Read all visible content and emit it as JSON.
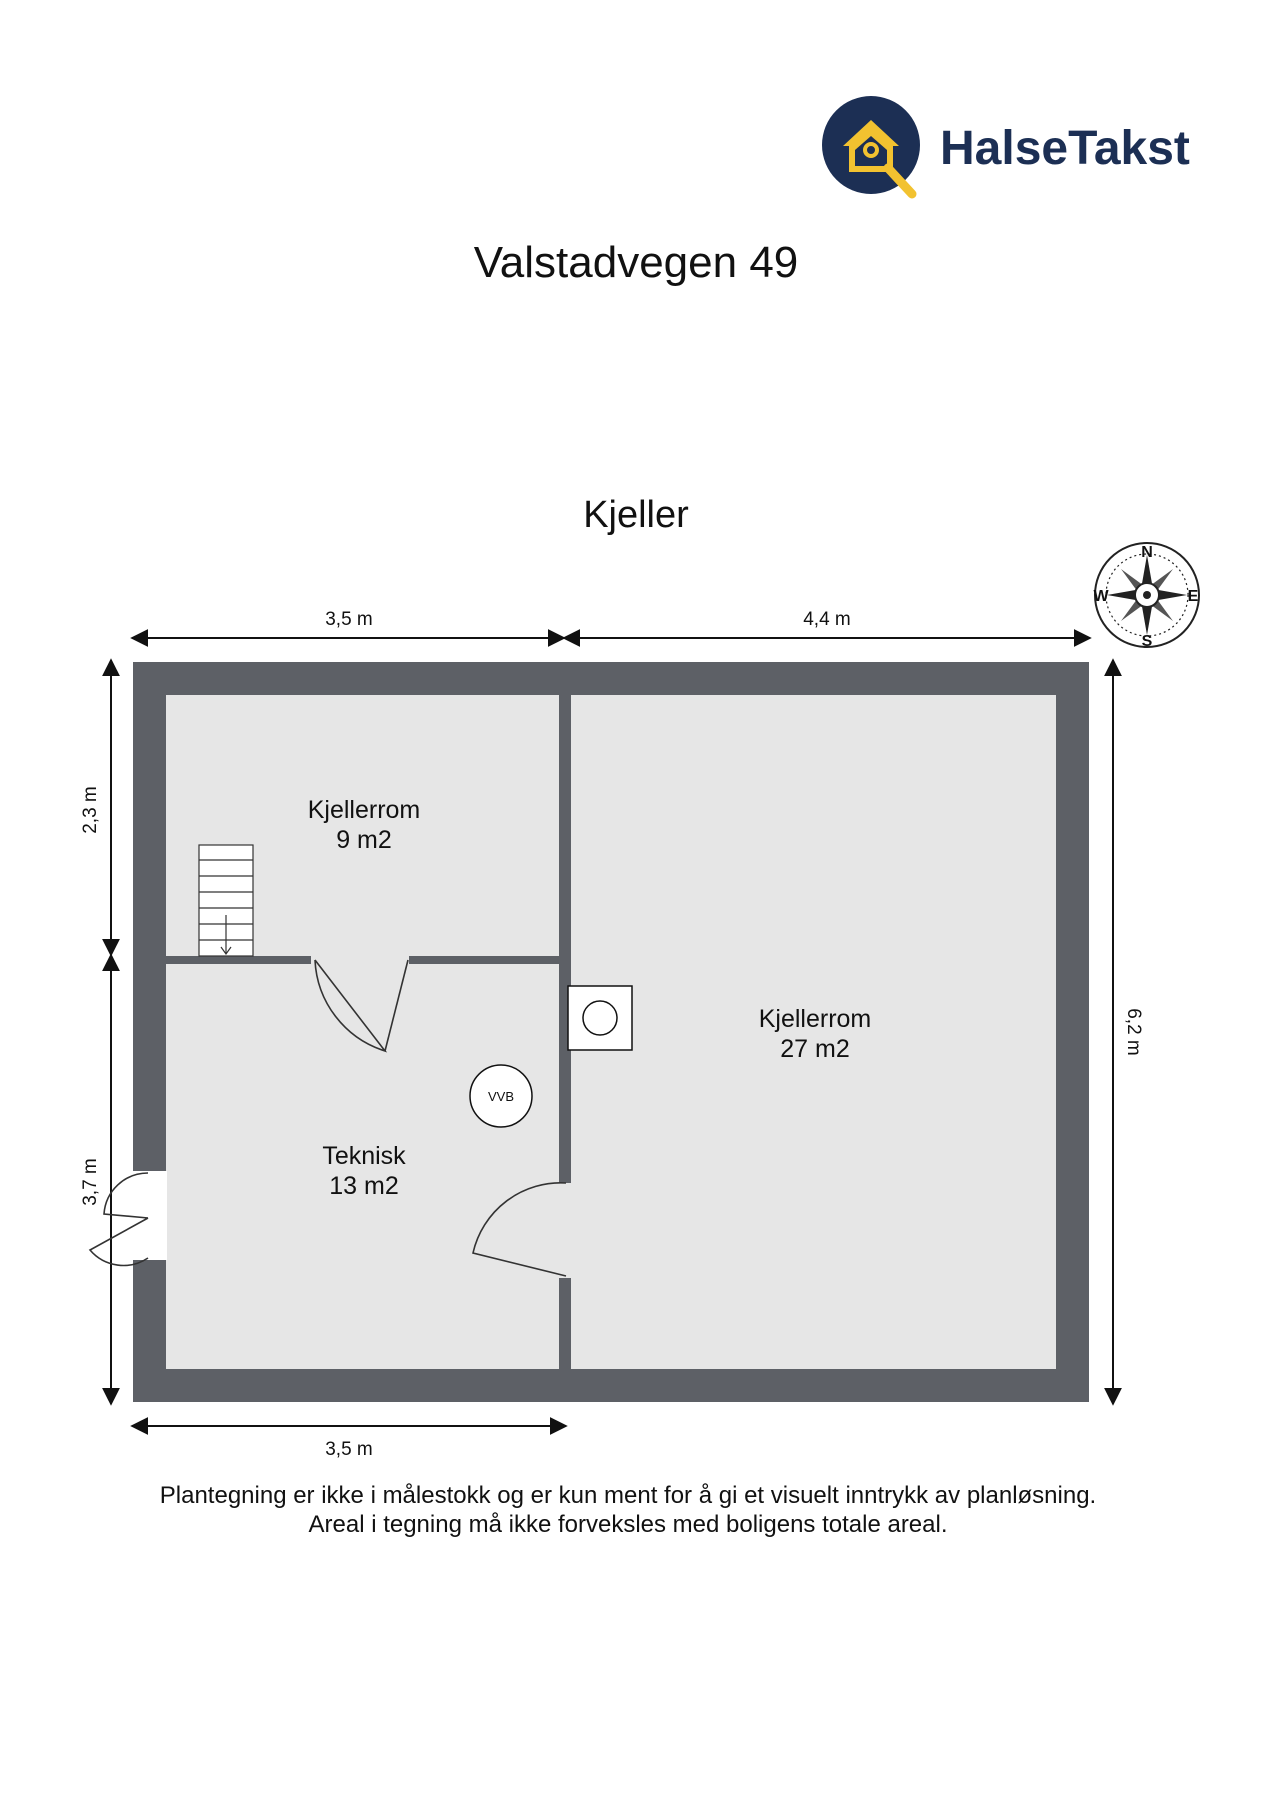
{
  "brand": {
    "name": "HalseTakst",
    "color_navy": "#1c2f54",
    "color_gold": "#f2c230"
  },
  "address": "Valstadvegen 49",
  "floor": "Kjeller",
  "compass": {
    "north": "N",
    "east": "E",
    "south": "S",
    "west": "W"
  },
  "dimensions": {
    "top_left": "3,5 m",
    "top_right": "4,4 m",
    "left_upper": "2,3 m",
    "left_lower": "3,7 m",
    "right": "6,2 m",
    "bottom": "3,5 m"
  },
  "rooms": {
    "kjellerrom_small": {
      "name": "Kjellerrom",
      "area": "9 m2"
    },
    "teknisk": {
      "name": "Teknisk",
      "area": "13 m2"
    },
    "kjellerrom_large": {
      "name": "Kjellerrom",
      "area": "27 m2"
    }
  },
  "fixture_label": "VVB",
  "disclaimer": [
    "Plantegning er ikke i målestokk og er kun ment for å gi et visuelt inntrykk av planløsning.",
    "Areal i tegning må ikke forveksles med boligens totale areal."
  ],
  "colors": {
    "wall": "#5d6066",
    "floor": "#e6e6e6",
    "line": "#111111"
  }
}
